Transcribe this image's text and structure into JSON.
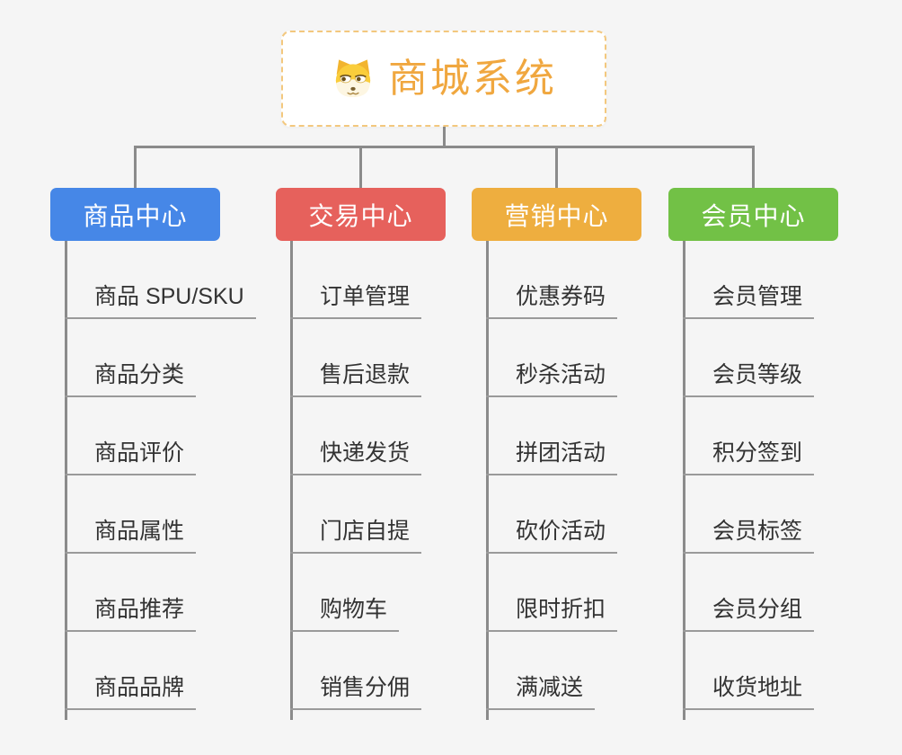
{
  "page": {
    "background": "#f5f5f5"
  },
  "connector_color": "#8b8b8b",
  "root": {
    "title": "商城系统",
    "icon": "shiba-dog-icon",
    "text_color": "#f0a73f",
    "border_color": "#f3c87e"
  },
  "branches": [
    {
      "label": "商品中心",
      "color": "#4687e7",
      "children": [
        "商品 SPU/SKU",
        "商品分类",
        "商品评价",
        "商品属性",
        "商品推荐",
        "商品品牌"
      ]
    },
    {
      "label": "交易中心",
      "color": "#e6615c",
      "children": [
        "订单管理",
        "售后退款",
        "快递发货",
        "门店自提",
        "购物车",
        "销售分佣"
      ]
    },
    {
      "label": "营销中心",
      "color": "#eeae3f",
      "children": [
        "优惠券码",
        "秒杀活动",
        "拼团活动",
        "砍价活动",
        "限时折扣",
        "满减送"
      ]
    },
    {
      "label": "会员中心",
      "color": "#72c146",
      "children": [
        "会员管理",
        "会员等级",
        "积分签到",
        "会员标签",
        "会员分组",
        "收货地址"
      ]
    }
  ]
}
